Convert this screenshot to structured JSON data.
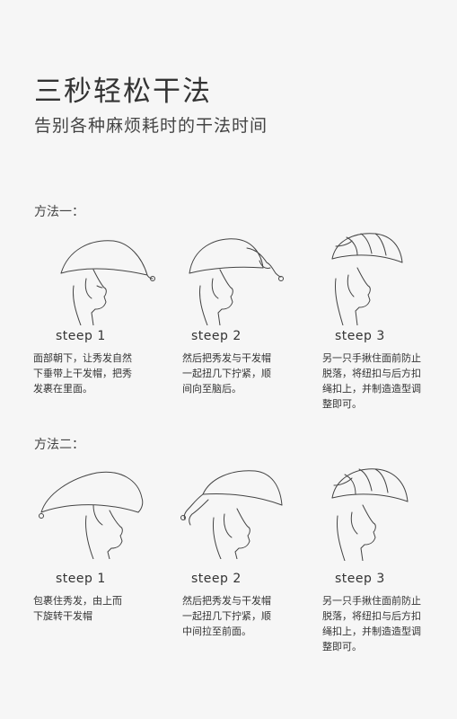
{
  "header": {
    "title": "三秒轻松干法",
    "subtitle": "告别各种麻烦耗时的干法时间"
  },
  "methods": [
    {
      "label": "方法一：",
      "steps": [
        {
          "title": "steep 1",
          "desc": "面部朝下，让秀发自然\n下垂带上干发帽，把秀\n发裹在里面。"
        },
        {
          "title": "steep 2",
          "desc": "然后把秀发与干发帽\n一起扭几下拧紧，顺\n间向至脑后。"
        },
        {
          "title": "steep 3",
          "desc": "另一只手揪住面前防止\n脱落，将纽扣与后方扣\n绳扣上，并制造造型调\n整即可。"
        }
      ]
    },
    {
      "label": "方法二：",
      "steps": [
        {
          "title": "steep 1",
          "desc": "包裹住秀发，由上而\n下旋转干发帽"
        },
        {
          "title": "steep 2",
          "desc": "然后把秀发与干发帽\n一起扭几下拧紧，顺\n中间拉至前面。"
        },
        {
          "title": "steep 3",
          "desc": "另一只手揪住面前防止\n脱落，将纽扣与后方扣\n绳扣上，并制造造型调\n整即可。"
        }
      ]
    }
  ]
}
